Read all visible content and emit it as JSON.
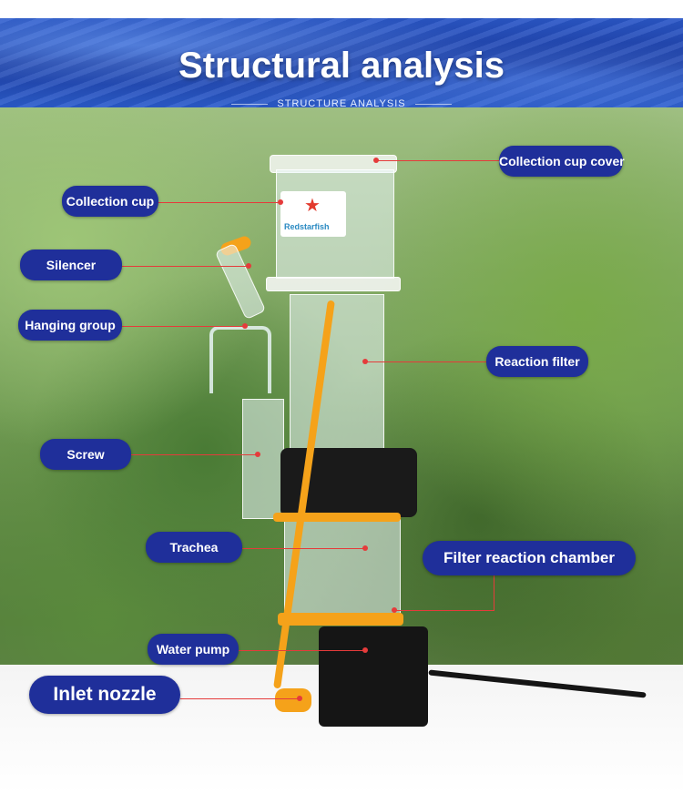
{
  "header": {
    "title": "Structural analysis",
    "subtitle": "STRUCTURE ANALYSIS"
  },
  "brand": {
    "logo_text": "Redstarfish"
  },
  "labels": {
    "collection_cup_cover": "Collection cup cover",
    "collection_cup": "Collection cup",
    "silencer": "Silencer",
    "hanging_group": "Hanging group",
    "reaction_filter": "Reaction filter",
    "screw": "Screw",
    "trachea": "Trachea",
    "filter_reaction_chamber": "Filter reaction chamber",
    "water_pump": "Water pump",
    "inlet_nozzle": "Inlet nozzle"
  },
  "colors": {
    "label_bg": "#1f2f9a",
    "leader_line": "#e53b3b",
    "banner": "#2a57c8"
  }
}
